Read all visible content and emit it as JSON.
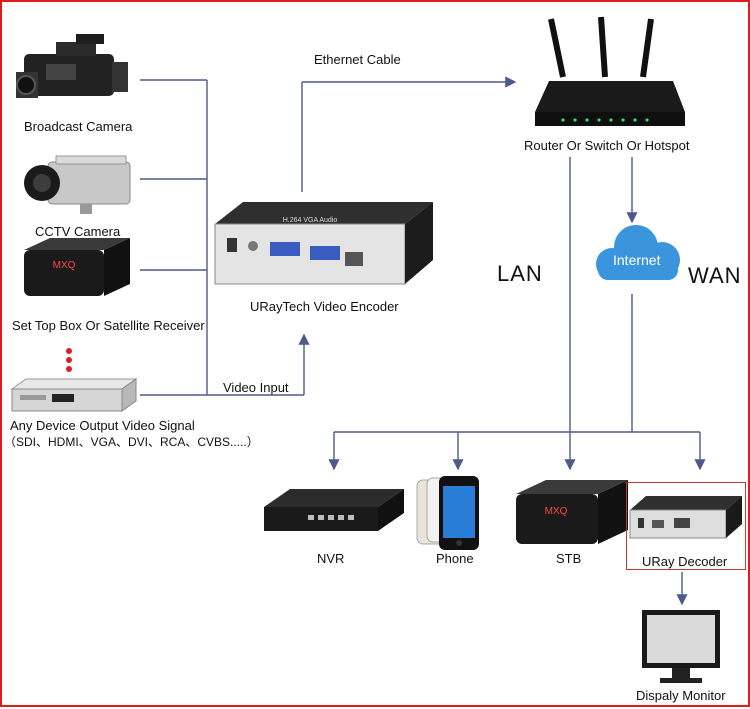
{
  "sources": [
    {
      "id": "broadcast",
      "label": "Broadcast Camera",
      "icon": "broadcast-camera-icon"
    },
    {
      "id": "cctv",
      "label": "CCTV Camera",
      "icon": "cctv-camera-icon"
    },
    {
      "id": "stb-box",
      "label": "Set Top Box Or Satellite Receiver",
      "icon": "set-top-box-icon"
    },
    {
      "id": "any-device",
      "label": "Any Device Output Video Signal",
      "sublabel": "（SDI、HDMI、VGA、DVI、RCA、CVBS.....）",
      "icon": "dvd-player-icon"
    }
  ],
  "edges": {
    "ethernet_cable": "Ethernet Cable",
    "video_input": "Video Input",
    "lan": "LAN",
    "wan": "WAN"
  },
  "encoder": {
    "label": "URayTech Video Encoder",
    "icon": "video-encoder-icon",
    "panel_text": "H.264 VGA Audio"
  },
  "router": {
    "label": "Router Or Switch Or Hotspot",
    "icon": "router-icon"
  },
  "internet": {
    "label": "Internet",
    "icon": "cloud-icon"
  },
  "outputs": [
    {
      "id": "nvr",
      "label": "NVR",
      "icon": "nvr-icon"
    },
    {
      "id": "phone",
      "label": "Phone",
      "icon": "phone-icon"
    },
    {
      "id": "stb",
      "label": "STB",
      "icon": "stb-icon"
    },
    {
      "id": "decoder",
      "label": "URay Decoder",
      "icon": "video-decoder-icon"
    }
  ],
  "monitor": {
    "label": "Dispaly Monitor",
    "icon": "monitor-icon"
  },
  "colors": {
    "line": "#4d5a8a",
    "arrow": "#4d5a8a",
    "cloud": "#3a95dd",
    "frame": "#e41b1b"
  }
}
